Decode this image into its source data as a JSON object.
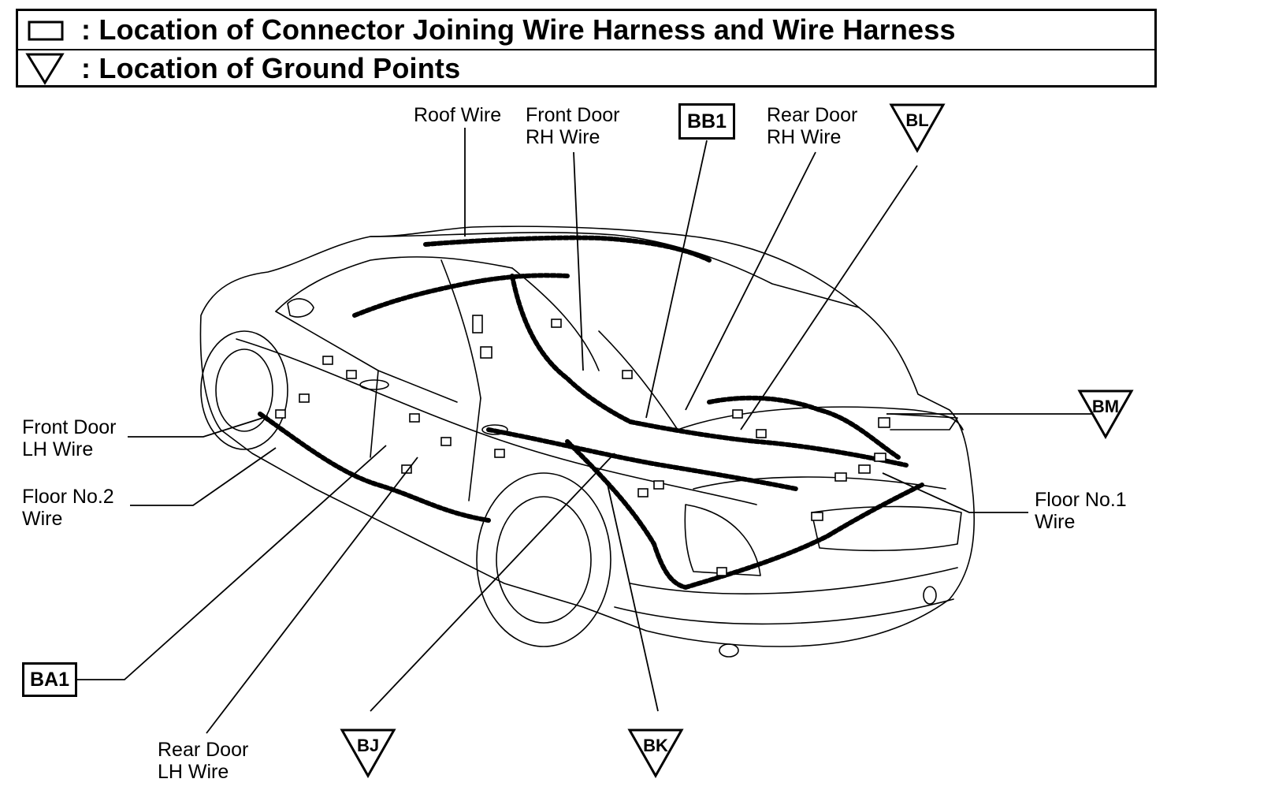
{
  "legend": {
    "connector_text": ": Location of Connector Joining Wire Harness and Wire Harness",
    "ground_text": ": Location of Ground Points"
  },
  "labels": {
    "roof_wire": "Roof Wire",
    "front_door_rh_1": "Front Door",
    "front_door_rh_2": "RH Wire",
    "rear_door_rh_1": "Rear Door",
    "rear_door_rh_2": "RH Wire",
    "front_door_lh_1": "Front Door",
    "front_door_lh_2": "LH Wire",
    "floor_no2_1": "Floor No.2",
    "floor_no2_2": "Wire",
    "floor_no1_1": "Floor No.1",
    "floor_no1_2": "Wire",
    "rear_door_lh_1": "Rear Door",
    "rear_door_lh_2": "LH Wire"
  },
  "connectors": {
    "bb1": "BB1",
    "ba1": "BA1"
  },
  "grounds": {
    "bl": "BL",
    "bm": "BM",
    "bj": "BJ",
    "bk": "BK"
  }
}
